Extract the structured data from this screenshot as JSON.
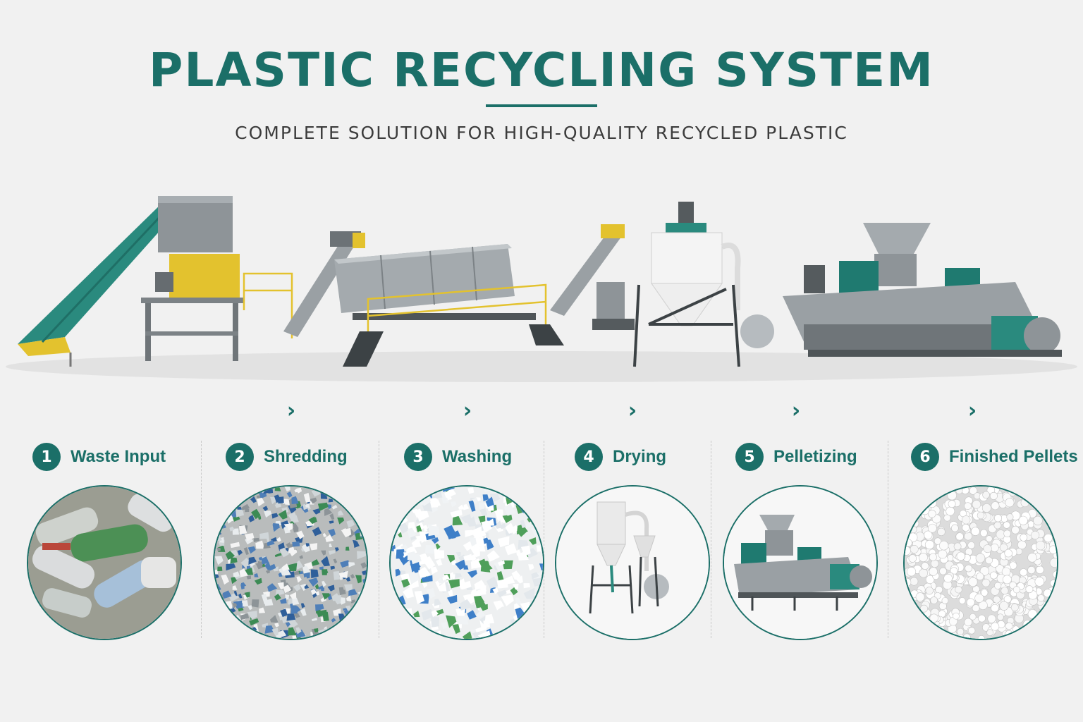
{
  "header": {
    "title": "PLASTIC RECYCLING SYSTEM",
    "subtitle": "COMPLETE SOLUTION FOR HIGH-QUALITY RECYCLED PLASTIC"
  },
  "colors": {
    "accent": "#1b6f68",
    "machine_gray": "#8e9498",
    "machine_yellow": "#e3c22e",
    "conveyor_green": "#2a8a7e",
    "background": "#f1f1f1"
  },
  "steps": [
    {
      "number": "1",
      "label": "Waste Input"
    },
    {
      "number": "2",
      "label": "Shredding"
    },
    {
      "number": "3",
      "label": "Washing"
    },
    {
      "number": "4",
      "label": "Drying"
    },
    {
      "number": "5",
      "label": "Pelletizing"
    },
    {
      "number": "6",
      "label": "Finished Pellets"
    }
  ],
  "flow": {
    "arrow_icon": "chevron-right-icon",
    "arrow_glyph": "›"
  }
}
